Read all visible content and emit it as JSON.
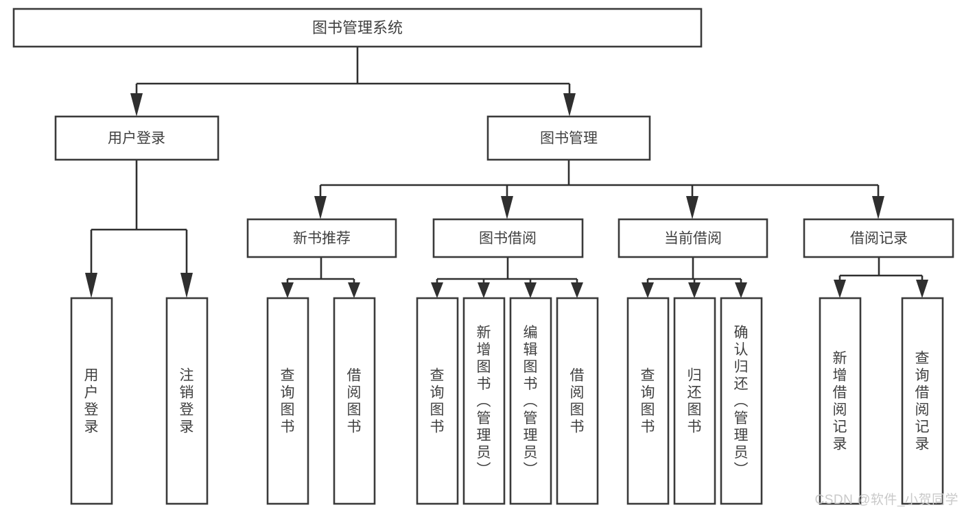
{
  "diagram": {
    "type": "tree",
    "title": "图书管理系统",
    "watermark": "CSDN @软件_小贺同学",
    "root": {
      "label": "图书管理系统"
    },
    "level1": [
      {
        "id": "user-login",
        "label": "用户登录"
      },
      {
        "id": "book-management",
        "label": "图书管理"
      }
    ],
    "level2": [
      {
        "id": "new-book-recommend",
        "label": "新书推荐",
        "parent": "book-management"
      },
      {
        "id": "book-borrow",
        "label": "图书借阅",
        "parent": "book-management"
      },
      {
        "id": "current-borrow",
        "label": "当前借阅",
        "parent": "book-management"
      },
      {
        "id": "borrow-record",
        "label": "借阅记录",
        "parent": "book-management"
      }
    ],
    "leaves": {
      "user-login": [
        {
          "id": "leaf-user-login",
          "label": "用户登录"
        },
        {
          "id": "leaf-user-logout",
          "label": "注销登录"
        }
      ],
      "new-book-recommend": [
        {
          "id": "leaf-query-book-1",
          "label": "查询图书"
        },
        {
          "id": "leaf-borrow-book-1",
          "label": "借阅图书"
        }
      ],
      "book-borrow": [
        {
          "id": "leaf-query-book-2",
          "label": "查询图书"
        },
        {
          "id": "leaf-add-book",
          "label": "新增图书（管理员）"
        },
        {
          "id": "leaf-edit-book",
          "label": "编辑图书（管理员）"
        },
        {
          "id": "leaf-borrow-book-2",
          "label": "借阅图书"
        }
      ],
      "current-borrow": [
        {
          "id": "leaf-query-book-3",
          "label": "查询图书"
        },
        {
          "id": "leaf-return-book",
          "label": "归还图书"
        },
        {
          "id": "leaf-confirm-return",
          "label": "确认归还（管理员）"
        }
      ],
      "borrow-record": [
        {
          "id": "leaf-add-record",
          "label": "新增借阅记录"
        },
        {
          "id": "leaf-query-record",
          "label": "查询借阅记录"
        }
      ]
    },
    "colors": {
      "box_stroke": "#3a3a3a",
      "connector": "#2f2f2f",
      "text": "#404040",
      "background": "#ffffff",
      "watermark": "#c9c9c9"
    }
  }
}
